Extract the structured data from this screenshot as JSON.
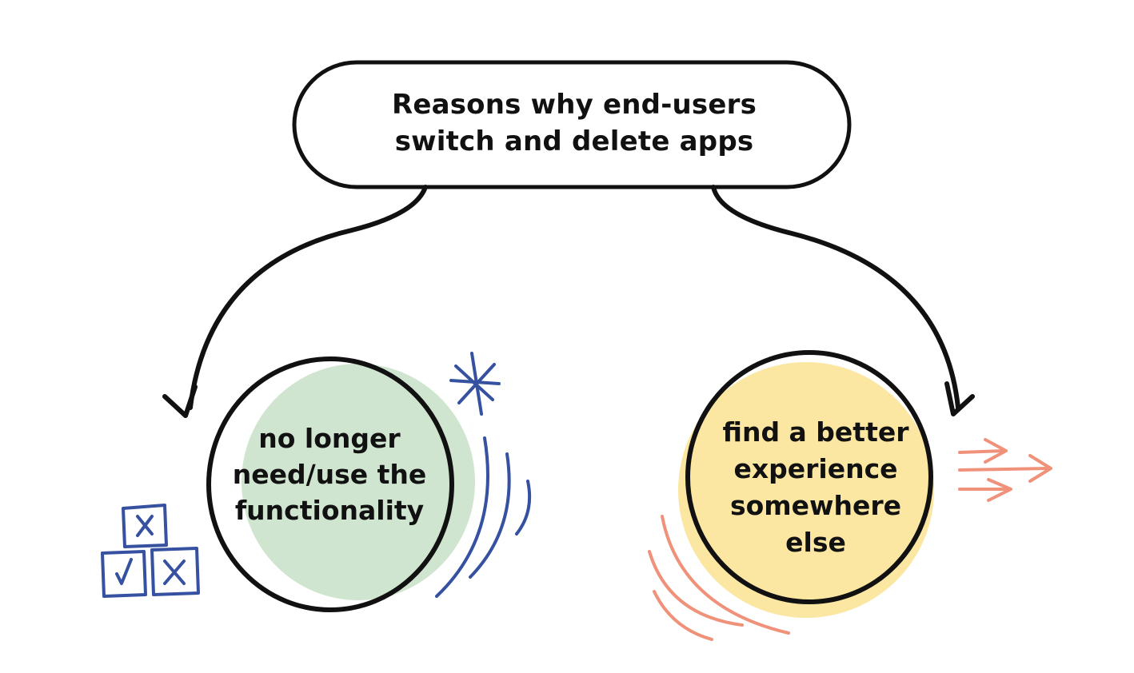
{
  "title": {
    "lines": [
      "Reasons why end-users",
      "switch and delete apps"
    ]
  },
  "left_node": {
    "lines": [
      "no longer",
      "need/use the",
      "functionality"
    ]
  },
  "right_node": {
    "lines": [
      "find a better",
      "experience",
      "somewhere",
      "else"
    ]
  },
  "colors": {
    "outline": "#111111",
    "left_fill": "#cfe5cf",
    "right_fill": "#fbe7a1",
    "blue_accent": "#3551a0",
    "salmon_accent": "#f0917a",
    "background": "#ffffff"
  },
  "icons": {
    "checkbox_blocks": "checkbox-blocks-icon",
    "sparkle": "sparkle-icon",
    "arrows": "motion-arrows-icon"
  }
}
